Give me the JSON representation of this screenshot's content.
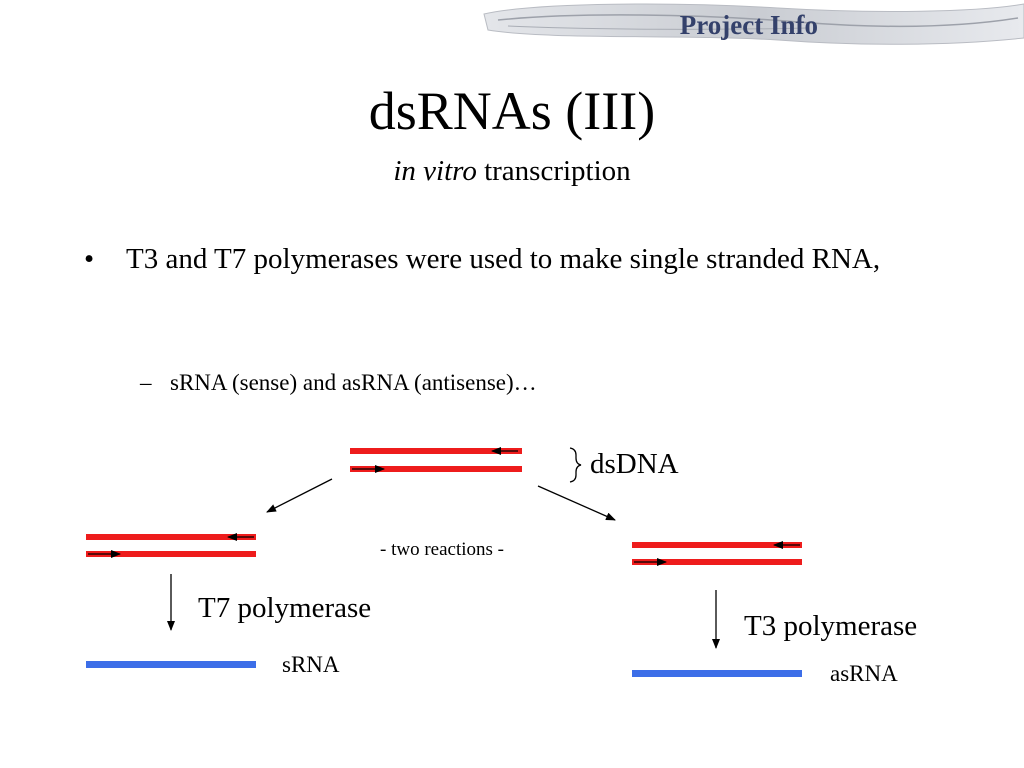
{
  "banner": {
    "text": "Project Info"
  },
  "title": "dsRNAs (III)",
  "subtitle": {
    "italic": "in vitro",
    "rest": " transcription"
  },
  "bullets": [
    {
      "mark": "•",
      "text": "T3 and T7 polymerases were used to make single stranded RNA,"
    }
  ],
  "subbullets": [
    {
      "mark": "–",
      "text": "sRNA (sense) and asRNA (antisense)…"
    }
  ],
  "diagram": {
    "dsdna_label": "dsDNA",
    "reactions_label": "- two reactions -",
    "left_enzyme": "T7 polymerase",
    "right_enzyme": "T3 polymerase",
    "left_product": "sRNA",
    "right_product": "asRNA",
    "dna_color": "#ee1c1c",
    "rna_color": "#3c6ee8"
  }
}
